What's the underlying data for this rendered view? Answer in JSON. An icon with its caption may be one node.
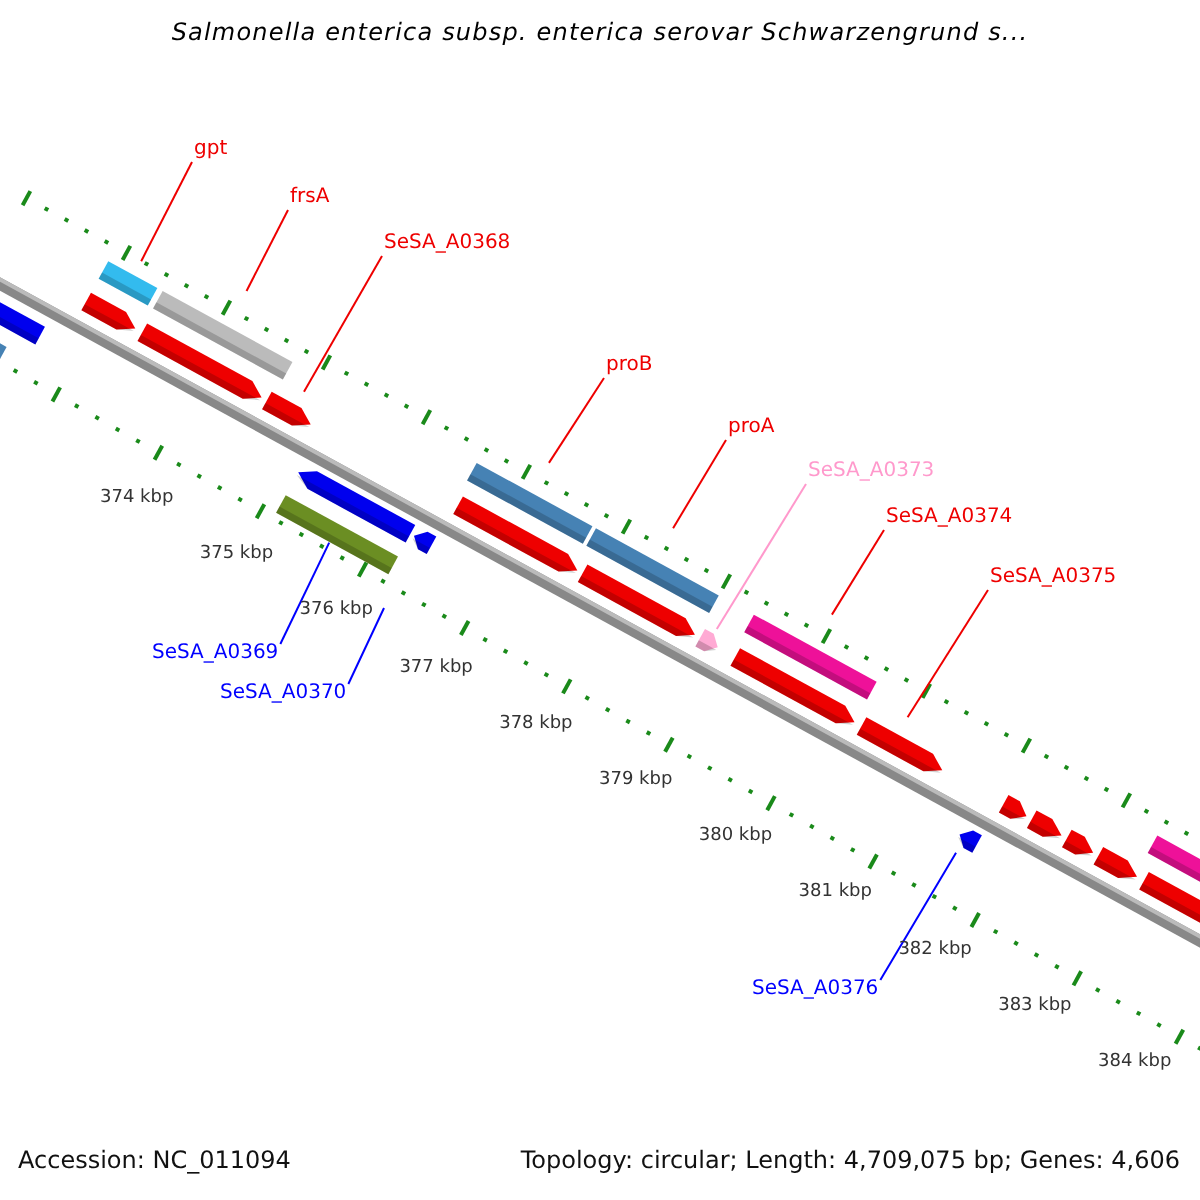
{
  "diagram": {
    "title": "Salmonella enterica subsp. enterica serovar Schwarzengrund s...",
    "nodes": [
      {
        "text": [
          "gpt"
        ]
      },
      {
        "text": [
          "frsA"
        ]
      },
      {
        "text": [
          "SeSA_A0368"
        ]
      },
      {
        "text": [
          "proB"
        ]
      },
      {
        "text": [
          "proA"
        ]
      },
      {
        "text": [
          "SeSA_A0373"
        ]
      },
      {
        "text": [
          "SeSA_A0374"
        ]
      },
      {
        "text": [
          "SeSA_A0375"
        ]
      },
      {
        "text": [
          "SeSA_A0369"
        ]
      },
      {
        "text": [
          "SeSA_A0370"
        ]
      },
      {
        "text": [
          "SeSA_A0376"
        ]
      },
      {
        "text": [],
        "shape": "box"
      },
      {
        "text": [],
        "shape": "box"
      },
      {
        "text": [],
        "shape": "box"
      },
      {
        "text": [],
        "shape": "pentagon"
      },
      {
        "text": [],
        "shape": "box"
      },
      {
        "text": [],
        "shape": "pentagon"
      },
      {
        "text": [],
        "shape": "pentagon"
      },
      {
        "text": [],
        "shape": "pentagon"
      },
      {
        "text": [],
        "shape": "box"
      },
      {
        "text": [],
        "shape": "pentagon"
      },
      {
        "text": [],
        "shape": "box"
      },
      {
        "text": [],
        "shape": "pentagon"
      },
      {
        "text": [],
        "shape": "box"
      },
      {
        "text": [],
        "shape": "pentagon"
      },
      {
        "text": [],
        "shape": "pentagon"
      },
      {
        "text": [],
        "shape": "box"
      },
      {
        "text": [],
        "shape": "pentagon"
      },
      {
        "text": [],
        "shape": "pentagon"
      },
      {
        "text": [],
        "shape": "pentagon"
      },
      {
        "text": [],
        "shape": "pentagon"
      },
      {
        "text": [],
        "shape": "pentagon"
      },
      {
        "text": [],
        "shape": "pentagon"
      },
      {
        "text": [],
        "shape": "pentagon"
      },
      {
        "text": [],
        "shape": "pentagon"
      },
      {
        "text": [],
        "shape": "box"
      }
    ],
    "edges": [
      {
        "from": 0,
        "to": 13,
        "arrow": "none"
      },
      {
        "from": 1,
        "to": 15,
        "arrow": "none"
      },
      {
        "from": 2,
        "to": 17,
        "arrow": "none"
      },
      {
        "from": 3,
        "to": 21,
        "arrow": "none"
      },
      {
        "from": 4,
        "to": 23,
        "arrow": "none"
      },
      {
        "from": 5,
        "to": 25,
        "arrow": "none",
        "color": "#ff99cc"
      },
      {
        "from": 6,
        "to": 26,
        "arrow": "none"
      },
      {
        "from": 7,
        "to": 28,
        "arrow": "none"
      },
      {
        "from": 8,
        "to": 18,
        "arrow": "none",
        "color": "#0000ff"
      },
      {
        "from": 9,
        "to": 19,
        "arrow": "none",
        "color": "#0000ff"
      },
      {
        "from": 10,
        "to": 29,
        "arrow": "none",
        "color": "#0000ff"
      }
    ],
    "labels": [
      "374 kbp",
      "375 kbp",
      "376 kbp",
      "377 kbp",
      "378 kbp",
      "379 kbp",
      "380 kbp",
      "381 kbp",
      "382 kbp",
      "383 kbp",
      "384 kbp",
      "Accession: NC_011094",
      "Topology: circular; Length: 4,709,075 bp; Genes: 4,606"
    ]
  }
}
